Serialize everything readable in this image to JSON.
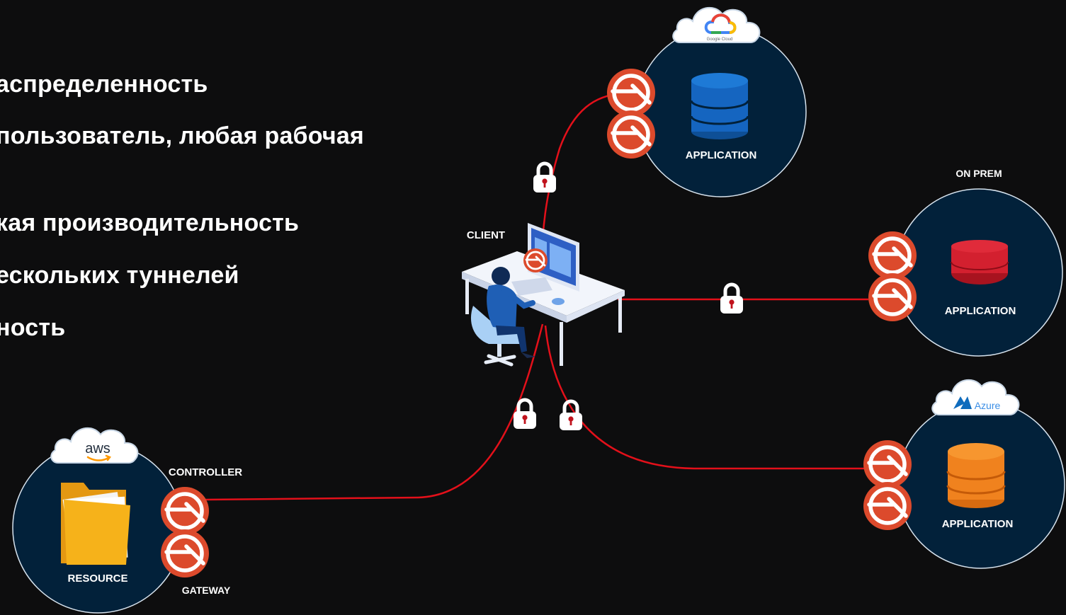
{
  "bullets": [
    "аспределенность",
    "пользователь, любая рабочая",
    "кая производительность",
    "ескольких туннелей",
    "ность"
  ],
  "labels": {
    "client": "CLIENT",
    "on_prem": "ON PREM",
    "controller": "CONTROLLER",
    "gateway": "GATEWAY",
    "resource": "RESOURCE",
    "app_gcp": "APPLICATION",
    "app_onprem": "APPLICATION",
    "app_azure": "APPLICATION"
  },
  "clouds": {
    "gcp": "Google Cloud",
    "aws": "aws",
    "azure": "Azure"
  },
  "colors": {
    "background": "#0d0d0e",
    "node_fill": "#02213a",
    "link": "#e3101a",
    "gateway_badge": "#dc4a2c",
    "db_gcp": "#1565c0",
    "db_onprem": "#d3202f",
    "db_azure": "#f0821e",
    "folder": "#f6b21a"
  }
}
